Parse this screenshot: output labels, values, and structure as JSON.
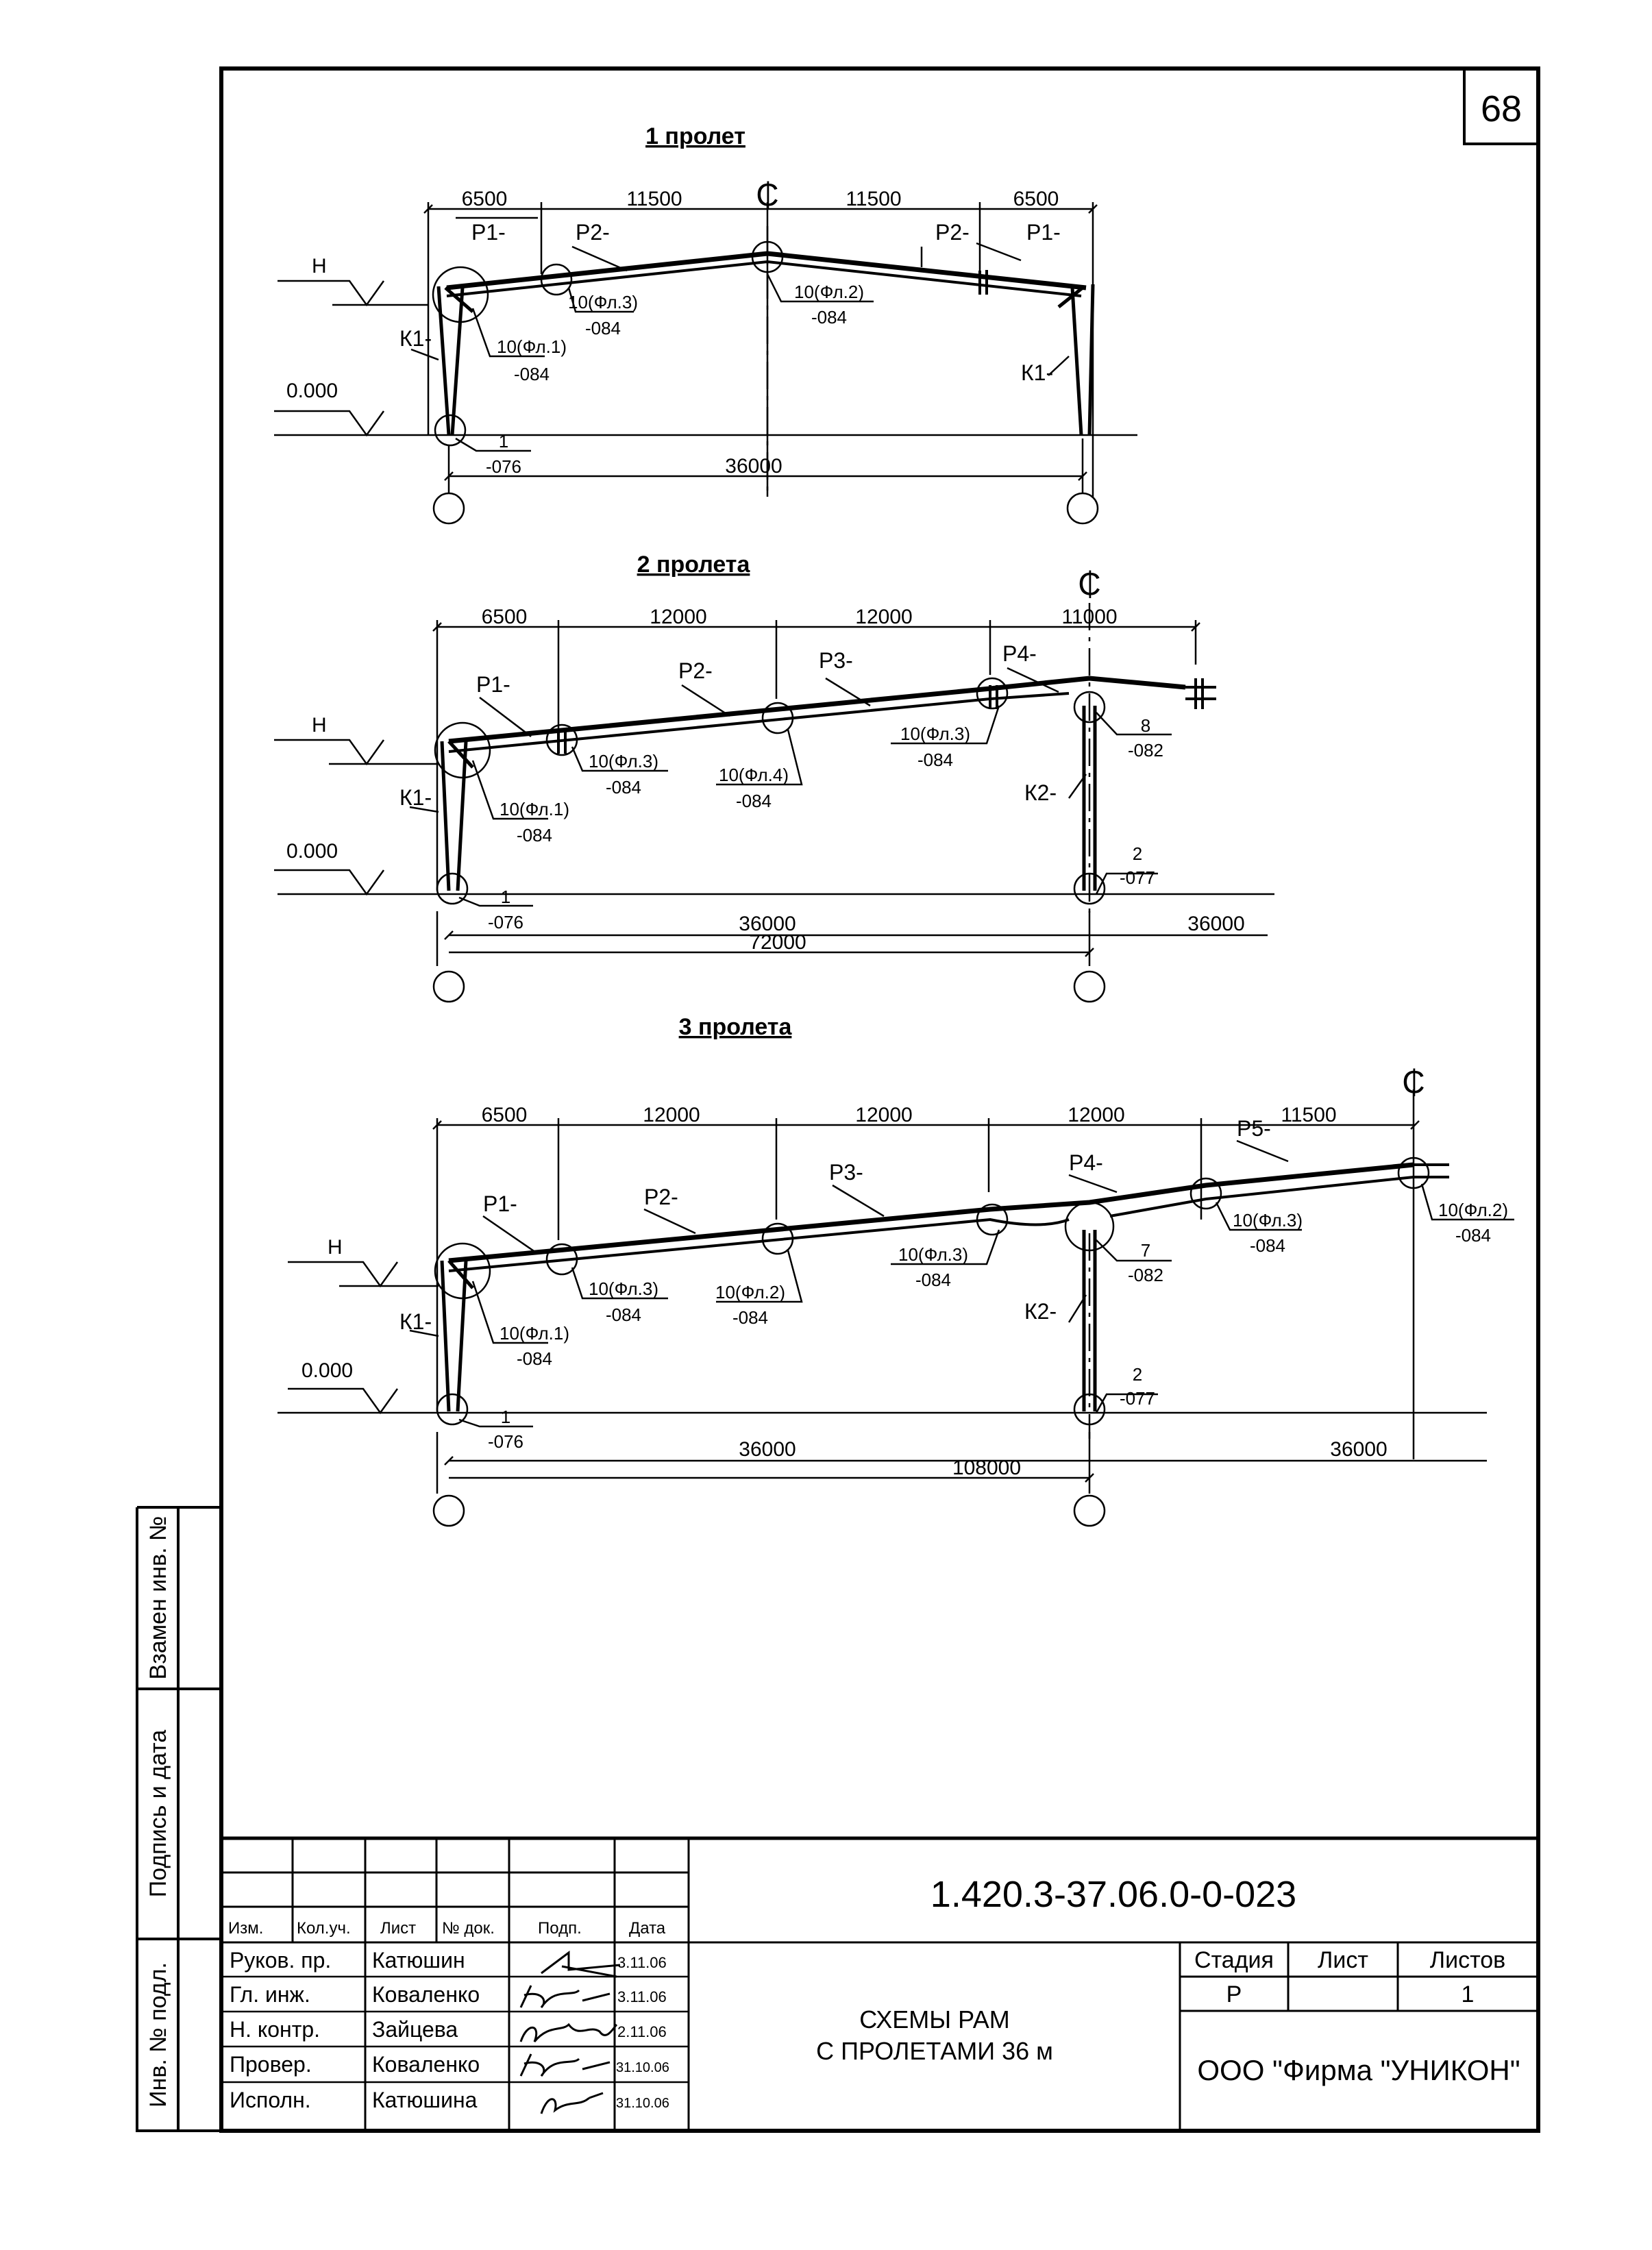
{
  "sheet": {
    "number": "68",
    "code": "1.420.3-37.06.0-0-023",
    "title_line1": "СХЕМЫ РАМ",
    "title_line2": "С ПРОЛЕТАМИ 36 м",
    "company": "ООО  \"Фирма \"УНИКОН\""
  },
  "side_labels": {
    "replace_inv": "Взамен инв. №",
    "sign_date": "Подпись и дата",
    "inv_orig": "Инв. № подл."
  },
  "stamp": {
    "headers": [
      "Изм.",
      "Кол.уч.",
      "Лист",
      "№ док.",
      "Подп.",
      "Дата"
    ],
    "stage_headers": [
      "Стадия",
      "Лист",
      "Листов"
    ],
    "stage_values": [
      "Р",
      "",
      "1"
    ],
    "signers": [
      {
        "role": "Руков. пр.",
        "name": "Катюшин",
        "date": "3.11.06"
      },
      {
        "role": "Гл. инж.",
        "name": "Коваленко",
        "date": "3.11.06"
      },
      {
        "role": "Н. контр.",
        "name": "Зайцева",
        "date": "2.11.06"
      },
      {
        "role": "Провер.",
        "name": "Коваленко",
        "date": "31.10.06"
      },
      {
        "role": "Исполн.",
        "name": "Катюшина",
        "date": "31.10.06"
      }
    ]
  },
  "common": {
    "axis_mark": "₵",
    "level_h": "H",
    "level_zero": "0.000",
    "column_label": "К1-",
    "mid_column_label": "К2-"
  },
  "frames": {
    "f1": {
      "title": "1 пролет",
      "top_dims": [
        "6500",
        "11500",
        "11500",
        "6500"
      ],
      "members": [
        "Р1-",
        "Р2-",
        "Р2-",
        "Р1-",
        "К1-"
      ],
      "nodes": [
        {
          "top": "10(Фл.1)",
          "bottom": "-084"
        },
        {
          "top": "10(Фл.3)",
          "bottom": "-084"
        },
        {
          "top": "10(Фл.2)",
          "bottom": "-084"
        },
        {
          "top": "1",
          "bottom": "-076"
        }
      ],
      "bottom_dims": [
        "36000"
      ]
    },
    "f2": {
      "title": "2 пролета",
      "top_dims": [
        "6500",
        "12000",
        "12000",
        "11000"
      ],
      "members": [
        "Р1-",
        "Р2-",
        "Р3-",
        "Р4-"
      ],
      "nodes": [
        {
          "top": "10(Фл.1)",
          "bottom": "-084"
        },
        {
          "top": "10(Фл.3)",
          "bottom": "-084"
        },
        {
          "top": "10(Фл.4)",
          "bottom": "-084"
        },
        {
          "top": "10(Фл.3)",
          "bottom": "-084"
        },
        {
          "top": "8",
          "bottom": "-082"
        },
        {
          "top": "1",
          "bottom": "-076"
        },
        {
          "top": "2",
          "bottom": "-077"
        }
      ],
      "bottom_dims": [
        "36000",
        "36000",
        "72000"
      ]
    },
    "f3": {
      "title": "3 пролета",
      "top_dims": [
        "6500",
        "12000",
        "12000",
        "12000",
        "11500"
      ],
      "members": [
        "Р1-",
        "Р2-",
        "Р3-",
        "Р4-",
        "Р5-"
      ],
      "nodes": [
        {
          "top": "10(Фл.1)",
          "bottom": "-084"
        },
        {
          "top": "10(Фл.3)",
          "bottom": "-084"
        },
        {
          "top": "10(Фл.2)",
          "bottom": "-084"
        },
        {
          "top": "10(Фл.3)",
          "bottom": "-084"
        },
        {
          "top": "7",
          "bottom": "-082"
        },
        {
          "top": "10(Фл.3)",
          "bottom": "-084"
        },
        {
          "top": "10(Фл.2)",
          "bottom": "-084"
        },
        {
          "top": "1",
          "bottom": "-076"
        },
        {
          "top": "2",
          "bottom": "-077"
        }
      ],
      "bottom_dims": [
        "36000",
        "36000",
        "108000"
      ]
    }
  }
}
